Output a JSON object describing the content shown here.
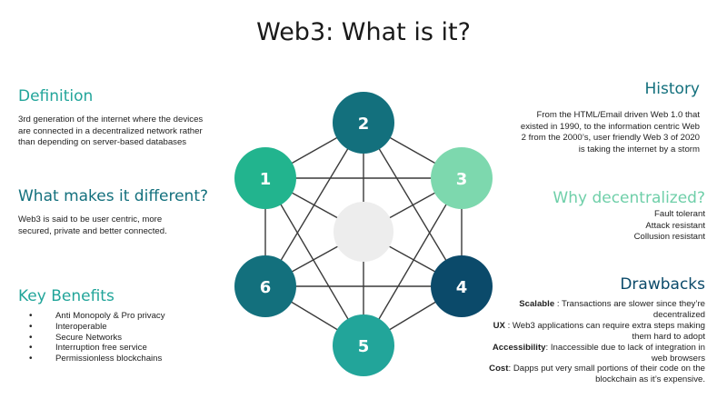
{
  "title": "Web3: What is it?",
  "colors": {
    "teal_primary": "#22a59a",
    "teal_light": "#7dd8ae",
    "teal_dark": "#13707d",
    "navy": "#0b4a6a",
    "center_gray": "#ededed",
    "edge": "#3a3a3a"
  },
  "definition": {
    "heading": "Definition",
    "text": "3rd generation of the internet where the devices are connected in a decentralized network rather than depending on server-based databases"
  },
  "different": {
    "heading": "What makes it different?",
    "text": "Web3 is said to be user centric, more secured, private and better connected."
  },
  "benefits": {
    "heading": "Key Benefits",
    "items": [
      "Anti Monopoly & Pro privacy",
      "Interoperable",
      "Secure Networks",
      "Interruption free service",
      "Permissionless blockchains"
    ]
  },
  "history": {
    "heading": "History",
    "text": "From the HTML/Email driven Web 1.0 that existed in 1990, to the information centric Web 2 from the 2000’s, user friendly Web 3 of 2020 is taking the internet by a storm"
  },
  "why": {
    "heading": "Why decentralized?",
    "items": [
      "Fault tolerant",
      "Attack resistant",
      "Collusion resistant"
    ]
  },
  "drawbacks": {
    "heading": "Drawbacks",
    "items": [
      {
        "term": "Scalable",
        "sep": " : ",
        "text": "Transactions are slower since they’re decentralized"
      },
      {
        "term": "UX",
        "sep": " : ",
        "text": "Web3 applications can require extra steps making them hard to adopt"
      },
      {
        "term": "Accessibility",
        "sep": ": ",
        "text": "Inaccessible due to lack of integration in web browsers"
      },
      {
        "term": "Cost",
        "sep": ": ",
        "text": "Dapps put very small portions of their code on the blockchain as it’s expensive."
      }
    ]
  },
  "nodes": [
    {
      "label": "1",
      "color": "#22b48e"
    },
    {
      "label": "2",
      "color": "#13707d"
    },
    {
      "label": "3",
      "color": "#7dd8ae"
    },
    {
      "label": "4",
      "color": "#0b4a6a"
    },
    {
      "label": "5",
      "color": "#22a59a"
    },
    {
      "label": "6",
      "color": "#13707d"
    }
  ]
}
